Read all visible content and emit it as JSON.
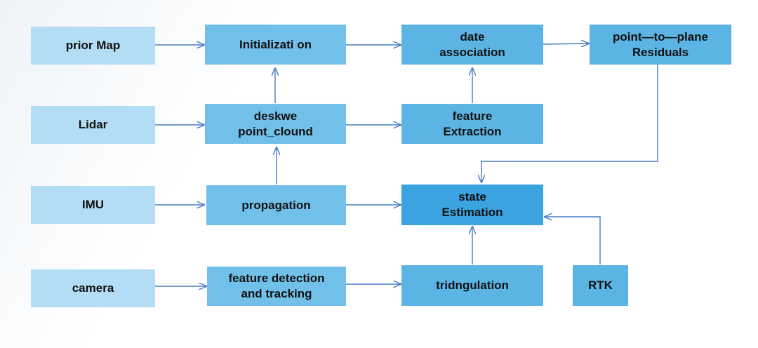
{
  "nodes": {
    "prior_map": "prior Map",
    "lidar": "Lidar",
    "imu": "IMU",
    "camera": "camera",
    "initialization": "Initializati on",
    "deskew": "deskwe\npoint_clound",
    "propagation": "propagation",
    "feature_detection": "feature detection\nand tracking",
    "data_association": "date\nassociation",
    "feature_extraction": "feature\nExtraction",
    "state_estimation": "state\nEstimation",
    "triangulation": "tridngulation",
    "residuals": "point—to—plane\nResiduals",
    "rtk": "RTK"
  },
  "colors": {
    "input_box": "#b3ddf5",
    "process_box": "#71c0e9",
    "process_box_alt": "#5cb4e4",
    "state_box": "#3aa3e0",
    "arrow": "#4a7cc2"
  }
}
